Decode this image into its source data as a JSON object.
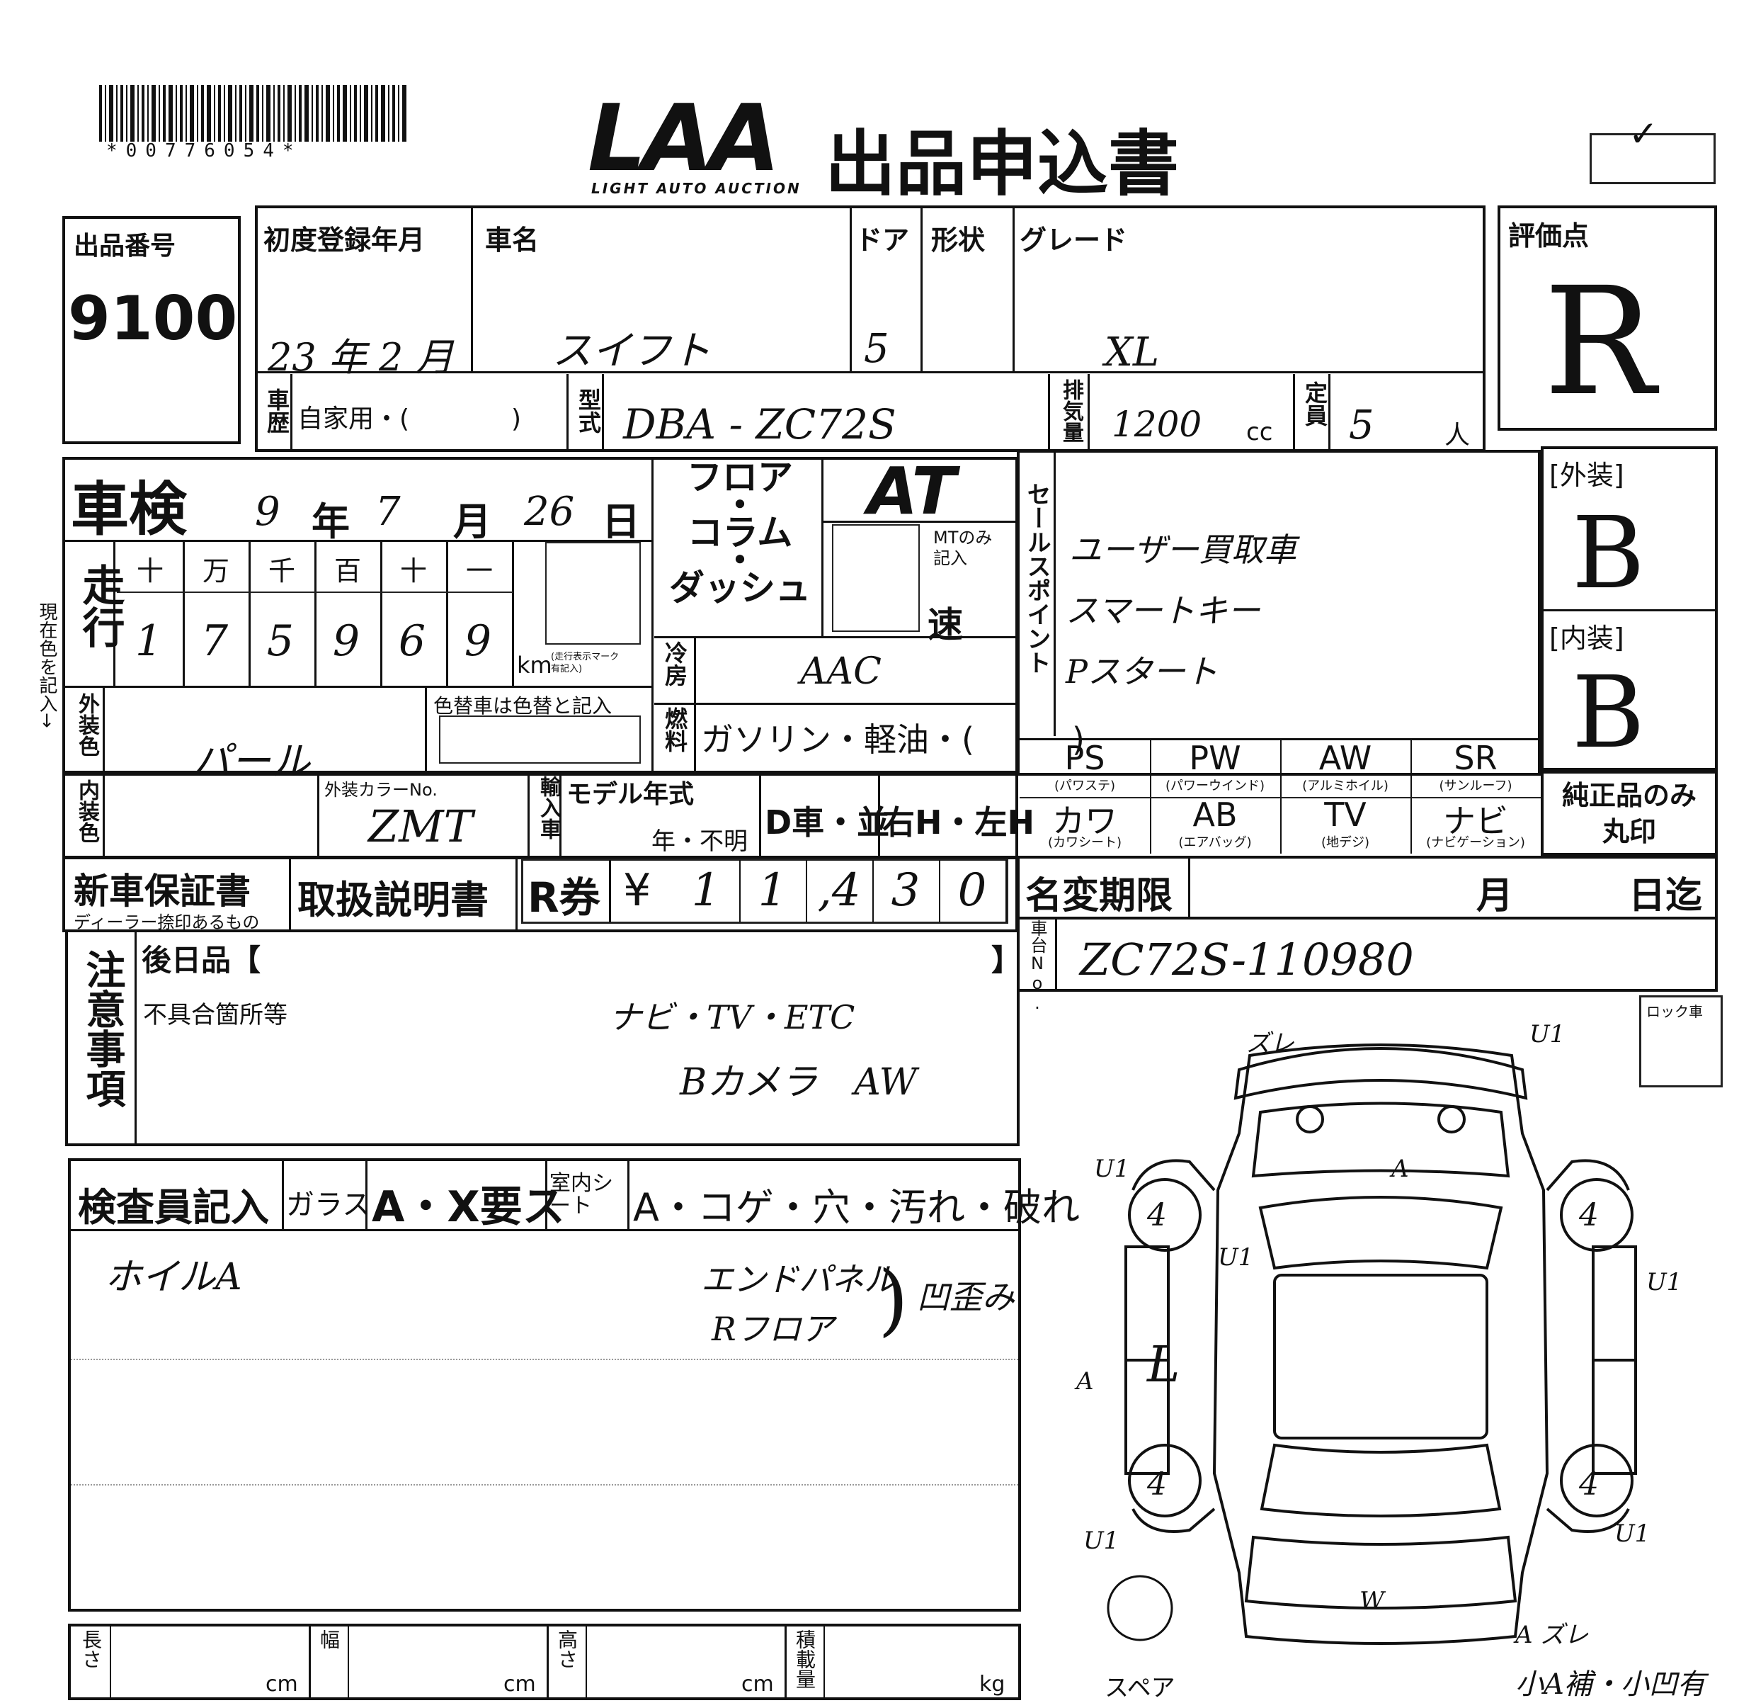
{
  "header": {
    "barcode_text": "*00776054*",
    "logo_text": "LAA",
    "logo_sub": "LIGHT AUTO AUCTION",
    "title": "出品申込書",
    "check_mark": "✓"
  },
  "lot": {
    "label": "出品番号",
    "value": "9100"
  },
  "reg": {
    "label": "初度登録年月",
    "value": "23 年 2 月"
  },
  "car": {
    "label": "車名",
    "value": "スイフト"
  },
  "door": {
    "label": "ドア",
    "value": "5"
  },
  "shape": {
    "label": "形状"
  },
  "grade": {
    "label": "グレード",
    "value": "XL"
  },
  "score": {
    "label": "評価点",
    "value": "R"
  },
  "history": {
    "label": "車歴",
    "value": "自家用・(　　　　)"
  },
  "model": {
    "label": "型式",
    "value": "DBA - ZC72S"
  },
  "displacement": {
    "label": "排気量",
    "value": "1200",
    "unit": "cc"
  },
  "capacity": {
    "label": "定員",
    "value": "5",
    "unit": "人"
  },
  "shaken": {
    "label": "車検",
    "year": "9",
    "year_unit": "年",
    "month": "7",
    "month_unit": "月",
    "day": "26",
    "day_unit": "日"
  },
  "mileage": {
    "label": "走行",
    "headers": [
      "十",
      "万",
      "千",
      "百",
      "十",
      "一"
    ],
    "digits": [
      "1",
      "7",
      "5",
      "9",
      "6",
      "9"
    ],
    "unit": "km",
    "note": "(走行表示マーク\n有記入)"
  },
  "shift": {
    "options": "フロア\n・\nコラム\n・\nダッシュ",
    "value": "AT",
    "mt_label": "MTのみ\n記入",
    "speed": "速"
  },
  "sales": {
    "label": "セールスポイント",
    "lines": [
      "ユーザー買取車",
      "スマートキー",
      "Pスタート"
    ]
  },
  "exterior": {
    "label": "[外装]",
    "value": "B"
  },
  "interior": {
    "label": "[内装]",
    "value": "B"
  },
  "side_note": "現在色を記入→",
  "ac": {
    "label": "冷房",
    "value": "AAC"
  },
  "fuel": {
    "label": "燃料",
    "value": "ガソリン・軽油・(　　　)"
  },
  "body_color": {
    "label": "外装色",
    "value": "パール",
    "repaint_label": "色替車は色替と記入"
  },
  "interior_color": {
    "label": "内装色"
  },
  "color_no": {
    "label": "外装カラーNo.",
    "value": "ZMT"
  },
  "import": {
    "label": "輸入車"
  },
  "model_year": {
    "label": "モデル年式",
    "value": "年・不明"
  },
  "dealer": {
    "value": "D車・並"
  },
  "handle": {
    "value": "右H・左H"
  },
  "equip": [
    {
      "code": "PS",
      "sub": "(パワステ)"
    },
    {
      "code": "PW",
      "sub": "(パワーウインド)"
    },
    {
      "code": "AW",
      "sub": "(アルミホイル)"
    },
    {
      "code": "SR",
      "sub": "(サンルーフ)"
    },
    {
      "code": "カワ",
      "sub": "(カワシート)"
    },
    {
      "code": "AB",
      "sub": "(エアバッグ)"
    },
    {
      "code": "TV",
      "sub": "(地デジ)"
    },
    {
      "code": "ナビ",
      "sub": "(ナビゲーション)"
    }
  ],
  "genuine": {
    "value": "純正品のみ\n丸印"
  },
  "warranty": {
    "label": "新車保証書",
    "sub": "ディーラー捺印あるもの"
  },
  "manual": {
    "label": "取扱説明書"
  },
  "recycle": {
    "label": "R券",
    "yen": "¥",
    "digits": [
      "1",
      "1",
      ",4",
      "3",
      "0"
    ]
  },
  "name_change": {
    "label": "名変期限",
    "month": "月",
    "day": "日迄"
  },
  "chassis": {
    "label": "車台No.",
    "value": "ZC72S-110980"
  },
  "lock": {
    "label": "ロック車"
  },
  "notes": {
    "label": "注意事項",
    "later_label": "後日品【",
    "later_close": "】",
    "defect_label": "不具合箇所等",
    "handwritten": [
      "ナビ・TV・ETC",
      "Bカメラ　AW"
    ]
  },
  "inspector": {
    "label": "検査員記入",
    "glass_label": "ガラス",
    "glass_value": "A・X要ス",
    "seat_label": "室内シート",
    "seat_value": "A・コゲ・穴・汚れ・破れ",
    "handwritten": [
      "ホイルA",
      "エンドパネル",
      "Rフロア",
      "凹歪み"
    ]
  },
  "dims": [
    {
      "label": "長さ",
      "unit": "cm"
    },
    {
      "label": "幅",
      "unit": "cm"
    },
    {
      "label": "高さ",
      "unit": "cm"
    },
    {
      "label": "積載量",
      "unit": "kg"
    }
  ],
  "diagram": {
    "marks": [
      "ズレ",
      "U1",
      "A",
      "U1",
      "A",
      "U1",
      "U1",
      "U1",
      "U1",
      "A ズレ",
      "W"
    ],
    "spare_label": "スペア",
    "footnote": "小A補・小凹有"
  }
}
